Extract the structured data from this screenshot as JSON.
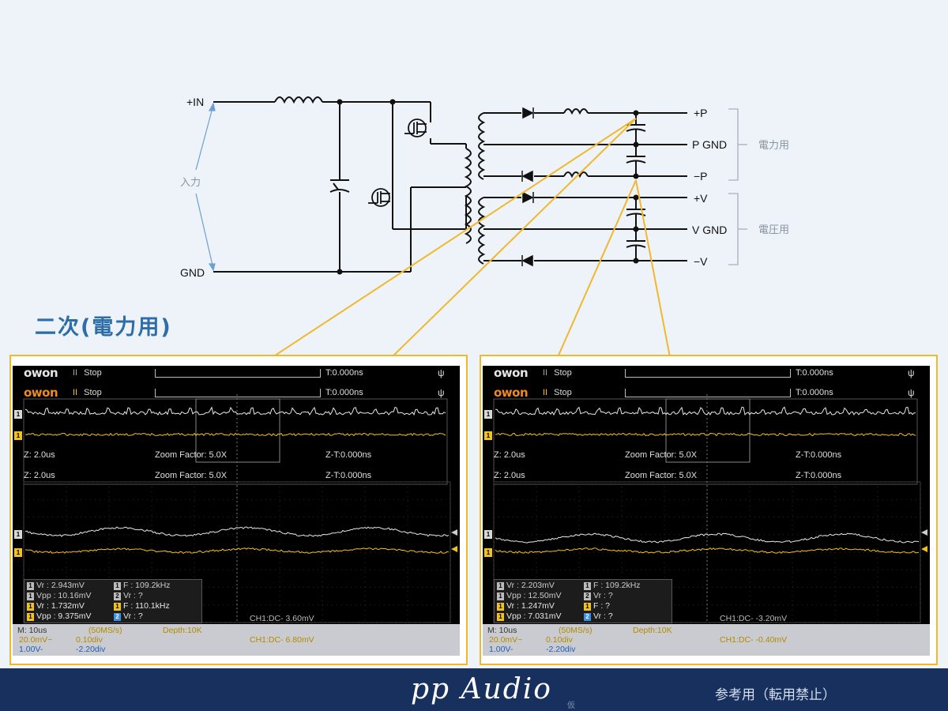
{
  "schematic": {
    "in_plus": "+IN",
    "in_gnd": "GND",
    "in_label": "入力",
    "out_p_plus": "+P",
    "out_p_gnd": "P GND",
    "out_p_minus": "−P",
    "out_v_plus": "+V",
    "out_v_gnd": "V GND",
    "out_v_minus": "−V",
    "group_power": "電力用",
    "group_voltage": "電圧用"
  },
  "section_title": "二次(電力用)",
  "scopes": [
    {
      "brand": "owon",
      "status": "Stop",
      "trigger_time": "T:0.000ns",
      "zoom_time": "Z: 2.0us",
      "zoom_factor": "Zoom Factor: 5.0X",
      "zt": "Z-T:0.000ns",
      "meas_overlay": [
        {
          "chip": "1",
          "text": "Vr : 2.943mV"
        },
        {
          "chip": "1",
          "text": "F : 109.2kHz"
        },
        {
          "chip": "1",
          "text": "Vpp : 10.16mV"
        },
        {
          "chip": "2",
          "text": "Vr :    ?"
        }
      ],
      "meas_main": [
        {
          "chip": "1",
          "text": "Vr : 1.732mV"
        },
        {
          "chip": "1",
          "text": "F : 110.1kHz"
        },
        {
          "chip": "1",
          "text": "Vpp : 9.375mV"
        },
        {
          "chip": "2",
          "text": "Vr :    ?"
        }
      ],
      "ch_dc_overlay": "CH1:DC- 3.60mV",
      "timebase": "M: 10us",
      "rate": "(50MS/s)",
      "depth": "Depth:10K",
      "ch1_scale": "20.0mV~",
      "ch1_div": "0.10div",
      "ch_dc_main": "CH1:DC- 6.80mV",
      "ch2_scale": "1.00V-",
      "ch2_div": "-2.20div"
    },
    {
      "brand": "owon",
      "status": "Stop",
      "trigger_time": "T:0.000ns",
      "zoom_time": "Z: 2.0us",
      "zoom_factor": "Zoom Factor: 5.0X",
      "zt": "Z-T:0.000ns",
      "meas_overlay": [
        {
          "chip": "1",
          "text": "Vr : 2.203mV"
        },
        {
          "chip": "1",
          "text": "F : 109.2kHz"
        },
        {
          "chip": "1",
          "text": "Vpp : 12.50mV"
        },
        {
          "chip": "2",
          "text": "Vr :    ?"
        }
      ],
      "meas_main": [
        {
          "chip": "1",
          "text": "Vr : 1.247mV"
        },
        {
          "chip": "1",
          "text": "F :    ?"
        },
        {
          "chip": "1",
          "text": "Vpp : 7.031mV"
        },
        {
          "chip": "2",
          "text": "Vr :    ?"
        }
      ],
      "ch_dc_overlay": "CH1:DC- -3.20mV",
      "timebase": "M: 10us",
      "rate": "(50MS/s)",
      "depth": "Depth:10K",
      "ch1_scale": "20.0mV~",
      "ch1_div": "0.10div",
      "ch_dc_main": "CH1:DC- -0.40mV",
      "ch2_scale": "1.00V-",
      "ch2_div": "-2.20div"
    }
  ],
  "footer": {
    "brand": "pp Audio",
    "small": "仮",
    "note": "参考用（転用禁止）"
  },
  "colors": {
    "frame": "#f0b82c",
    "trace_white": "#e8e8e8",
    "trace_yellow": "#f3c21b",
    "footer_bg": "#17305e",
    "title_blue": "#2d6ea8"
  }
}
